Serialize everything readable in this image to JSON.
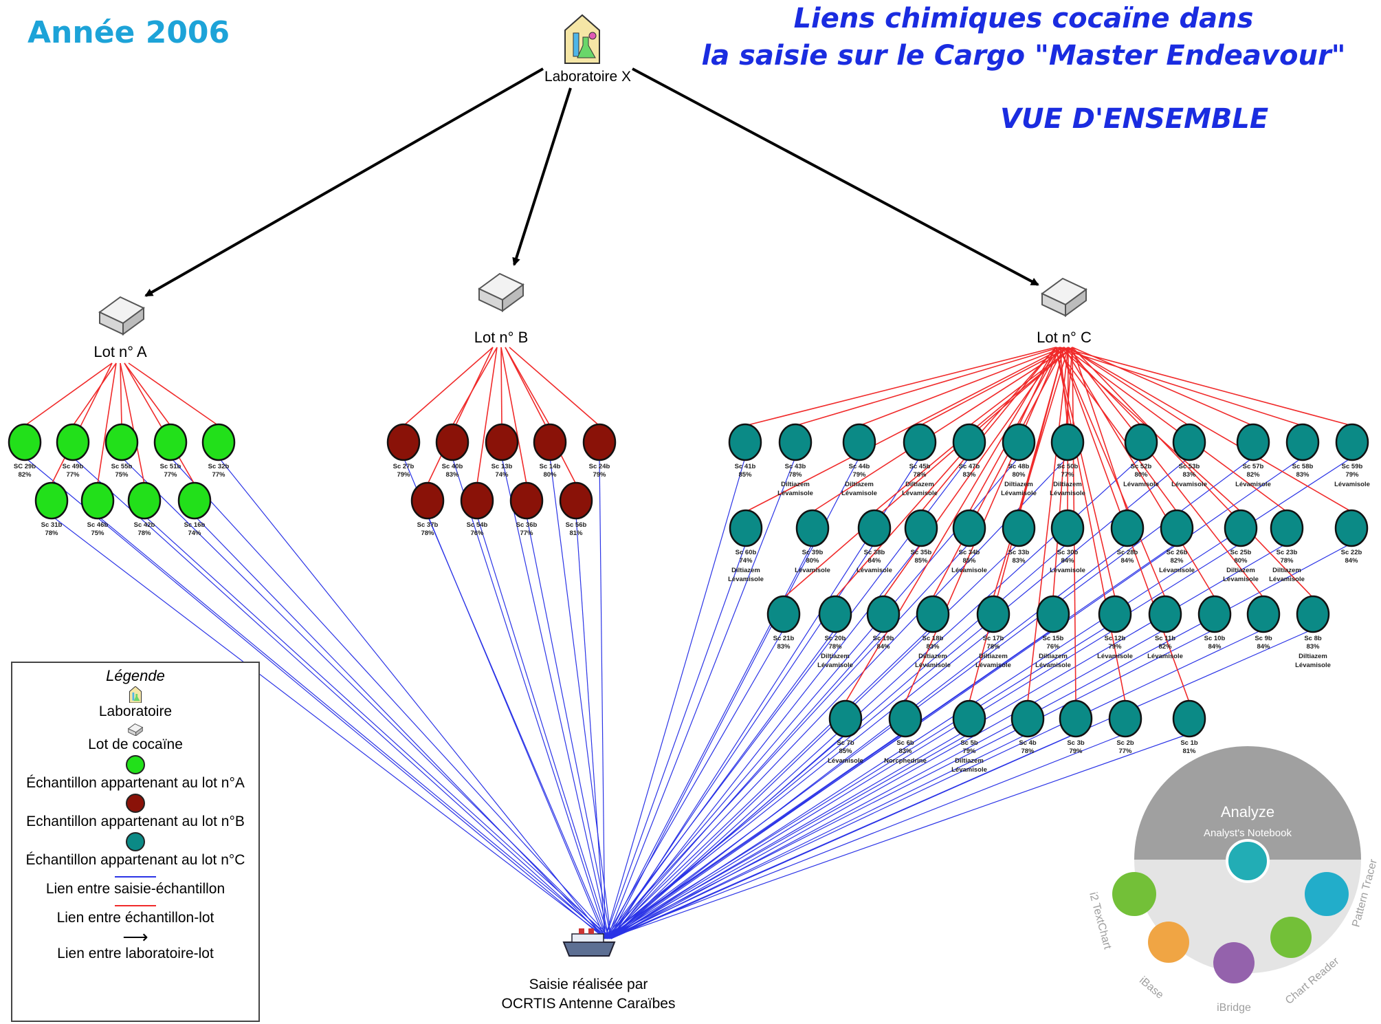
{
  "header": {
    "year": "Année 2006",
    "title_line1": "Liens chimiques cocaïne dans",
    "title_line2": "la saisie sur le Cargo \"Master Endeavour\"",
    "subtitle": "VUE D'ENSEMBLE"
  },
  "nodes": {
    "lab": "Laboratoire X",
    "lot_a": "Lot n° A",
    "lot_b": "Lot n° B",
    "lot_c": "Lot n° C",
    "seizure_line1": "Saisie réalisée par",
    "seizure_line2": "OCRTIS Antenne Caraïbes"
  },
  "samples_a": [
    {
      "label": "SC 29b",
      "pct": "82%"
    },
    {
      "label": "Sc 49b",
      "pct": "77%"
    },
    {
      "label": "Sc 55b",
      "pct": "75%"
    },
    {
      "label": "Sc 51b",
      "pct": "77%"
    },
    {
      "label": "Sc 32b",
      "pct": "77%"
    },
    {
      "label": "Sc 31b",
      "pct": "78%"
    },
    {
      "label": "Sc 46b",
      "pct": "75%"
    },
    {
      "label": "Sc 42b",
      "pct": "78%"
    },
    {
      "label": "Sc 16b",
      "pct": "74%"
    }
  ],
  "samples_b": [
    {
      "label": "Sc 27b",
      "pct": "79%"
    },
    {
      "label": "Sc 40b",
      "pct": "83%"
    },
    {
      "label": "Sc 13b",
      "pct": "74%"
    },
    {
      "label": "Sc 14b",
      "pct": "80%"
    },
    {
      "label": "Sc 24b",
      "pct": "79%"
    },
    {
      "label": "Sc 37b",
      "pct": "78%"
    },
    {
      "label": "Sc 54b",
      "pct": "76%"
    },
    {
      "label": "Sc 36b",
      "pct": "77%"
    },
    {
      "label": "Sc 56b",
      "pct": "81%"
    }
  ],
  "samples_c": [
    {
      "label": "Sc 41b",
      "pct": "85%",
      "note": ""
    },
    {
      "label": "Sc 43b",
      "pct": "78%",
      "note": "Diltiazem Lévamisole"
    },
    {
      "label": "Sc 44b",
      "pct": "79%",
      "note": "Diltiazem Lévamisole"
    },
    {
      "label": "Sc 45b",
      "pct": "78%",
      "note": "Diltiazem Lévamisole"
    },
    {
      "label": "Sc 47b",
      "pct": "83%",
      "note": ""
    },
    {
      "label": "Sc 48b",
      "pct": "80%",
      "note": "Diltiazem Lévamisole"
    },
    {
      "label": "Sc 50b",
      "pct": "77%",
      "note": "Diltiazem Lévamisole"
    },
    {
      "label": "Sc 52b",
      "pct": "80%",
      "note": "Lévamisole"
    },
    {
      "label": "Sc 53b",
      "pct": "83%",
      "note": "Lévamisole"
    },
    {
      "label": "Sc 57b",
      "pct": "82%",
      "note": "Lévamisole"
    },
    {
      "label": "Sc 58b",
      "pct": "83%",
      "note": ""
    },
    {
      "label": "Sc 59b",
      "pct": "79%",
      "note": "Lévamisole"
    },
    {
      "label": "Sc 60b",
      "pct": "74%",
      "note": "Diltiazem Lévamisole"
    },
    {
      "label": "Sc 39b",
      "pct": "80%",
      "note": "Lévamisole"
    },
    {
      "label": "Sc 38b",
      "pct": "84%",
      "note": "Lévamisole"
    },
    {
      "label": "Sc 35b",
      "pct": "85%",
      "note": ""
    },
    {
      "label": "Sc 34b",
      "pct": "85%",
      "note": "Lévamisole"
    },
    {
      "label": "Sc 33b",
      "pct": "83%",
      "note": ""
    },
    {
      "label": "Sc 30b",
      "pct": "84%",
      "note": "Lévamisole"
    },
    {
      "label": "Sc 28b",
      "pct": "84%",
      "note": ""
    },
    {
      "label": "Sc 26b",
      "pct": "82%",
      "note": "Lévamisole"
    },
    {
      "label": "Sc 25b",
      "pct": "80%",
      "note": "Diltiazem Lévamisole"
    },
    {
      "label": "Sc 23b",
      "pct": "78%",
      "note": "Diltiazem Lévamisole"
    },
    {
      "label": "Sc 22b",
      "pct": "84%",
      "note": ""
    },
    {
      "label": "Sc 21b",
      "pct": "83%",
      "note": ""
    },
    {
      "label": "Sc 20b",
      "pct": "78%",
      "note": "Diltiazem Lévamisole"
    },
    {
      "label": "Sc 19b",
      "pct": "84%",
      "note": ""
    },
    {
      "label": "Sc 18b",
      "pct": "83%",
      "note": "Diltiazem Lévamisole"
    },
    {
      "label": "Sc 17b",
      "pct": "78%",
      "note": "Diltiazem Lévamisole"
    },
    {
      "label": "Sc 15b",
      "pct": "76%",
      "note": "Diltiazem Lévamisole"
    },
    {
      "label": "Sc 12b",
      "pct": "79%",
      "note": "Lévamisole"
    },
    {
      "label": "Sc 11b",
      "pct": "82%",
      "note": "Lévamisole"
    },
    {
      "label": "Sc 10b",
      "pct": "84%",
      "note": ""
    },
    {
      "label": "Sc 9b",
      "pct": "84%",
      "note": ""
    },
    {
      "label": "Sc 8b",
      "pct": "83%",
      "note": "Diltiazem Lévamisole"
    },
    {
      "label": "Sc 7b",
      "pct": "85%",
      "note": "Lévamisole"
    },
    {
      "label": "Sc 6b",
      "pct": "83%",
      "note": "Norcphedrine"
    },
    {
      "label": "Sc 5b",
      "pct": "79%",
      "note": "Diltiazem Lévamisole"
    },
    {
      "label": "Sc 4b",
      "pct": "78%",
      "note": ""
    },
    {
      "label": "Sc 3b",
      "pct": "79%",
      "note": ""
    },
    {
      "label": "Sc 2b",
      "pct": "77%",
      "note": ""
    },
    {
      "label": "Sc 1b",
      "pct": "81%",
      "note": ""
    }
  ],
  "legend": {
    "title": "Légende",
    "laboratory": "Laboratoire",
    "cocaine_lot": "Lot de cocaïne",
    "sample_a": "Échantillon appartenant au lot n°A",
    "sample_b": "Echantillon appartenant au lot n°B",
    "sample_c": "Échantillon appartenant au lot n°C",
    "link_seizure_sample": "Lien entre saisie-échantillon",
    "link_sample_lot": "Lien entre échantillon-lot",
    "link_lab_lot": "Lien entre laboratoire-lot"
  },
  "watermark": {
    "center": "Analyze",
    "center_sub": "Analyst's Notebook",
    "items": [
      "i2 TextChart",
      "iBase",
      "iBridge",
      "Chart Reader",
      "Pattern Tracer"
    ]
  },
  "colors": {
    "lot_a": "#22e01a",
    "lot_b": "#8a1208",
    "lot_c": "#0b8a86",
    "seizure_link": "#2a33e6",
    "lot_link": "#f02a2a",
    "lab_link": "#000000",
    "title": "#1a2ce0",
    "year": "#1da3d8"
  }
}
